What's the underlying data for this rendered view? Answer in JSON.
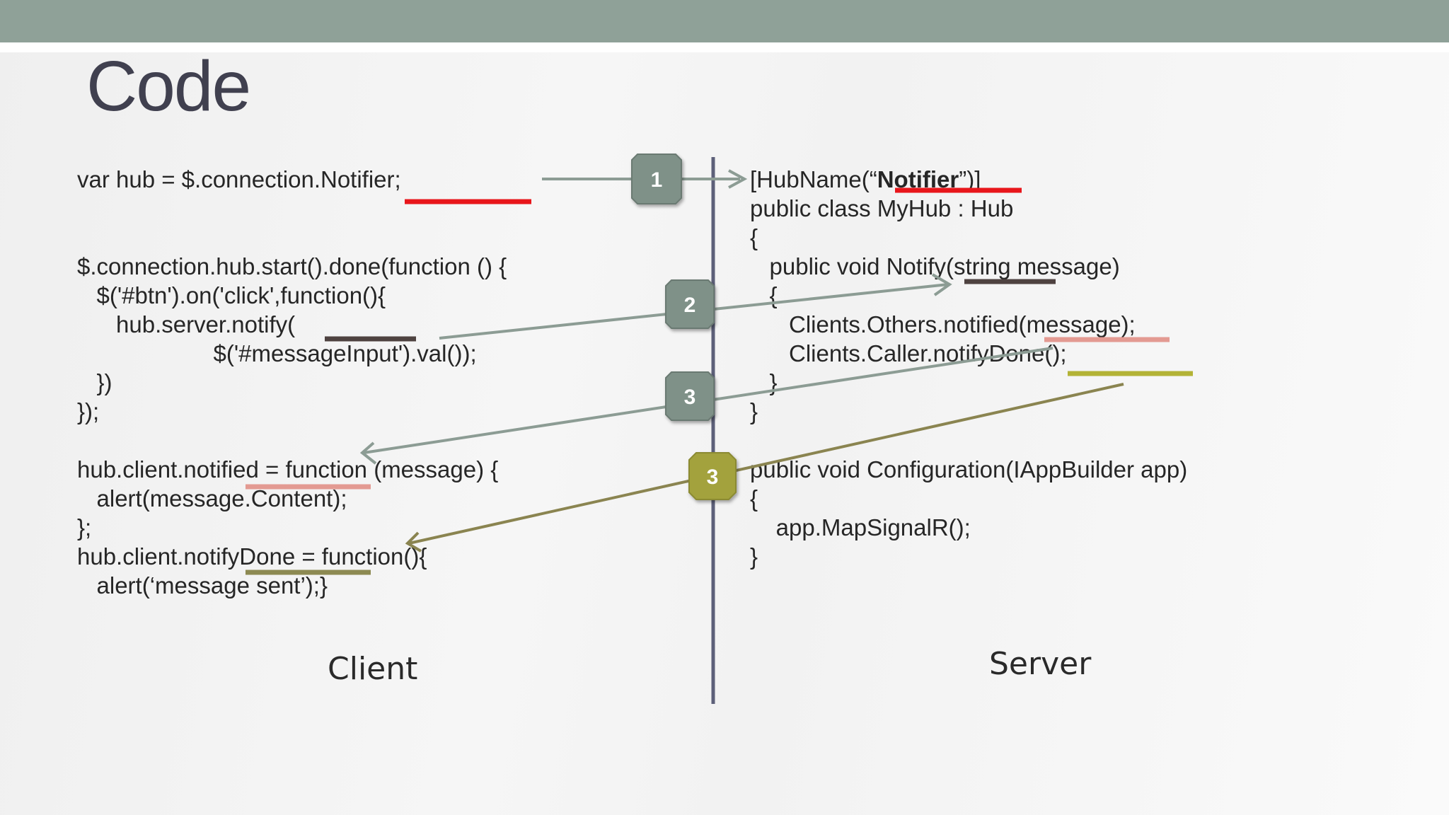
{
  "slide": {
    "title": "Code",
    "captions": {
      "client": "Client",
      "server": "Server"
    }
  },
  "client_code": [
    {
      "id": "c1",
      "text": "var hub = $.connection.Notifier;"
    },
    {
      "id": "c2",
      "text": "$.connection.hub.start().done(function () {"
    },
    {
      "id": "c3",
      "text": "   $('#btn').on('click',function(){"
    },
    {
      "id": "c4",
      "text": "      hub.server.notify("
    },
    {
      "id": "c5",
      "text": "                     $('#messageInput').val());"
    },
    {
      "id": "c6",
      "text": "   })"
    },
    {
      "id": "c7",
      "text": "});"
    },
    {
      "id": "c8",
      "text": "hub.client.notified = function (message) {"
    },
    {
      "id": "c9",
      "text": "   alert(message.Content);"
    },
    {
      "id": "c10",
      "text": "};"
    },
    {
      "id": "c11",
      "text": "hub.client.notifyDone = function(){"
    },
    {
      "id": "c12",
      "text": "   alert(‘message sent’);}"
    }
  ],
  "server_code": {
    "hubname_prefix": "[HubName(“",
    "hubname_bold": "Notifier",
    "hubname_suffix": "”)]",
    "lines": [
      {
        "id": "s2",
        "text": "public class MyHub : Hub"
      },
      {
        "id": "s3",
        "text": "{"
      },
      {
        "id": "s4",
        "text": "   public void Notify(string message)"
      },
      {
        "id": "s5",
        "text": "   {"
      },
      {
        "id": "s6",
        "text": "      Clients.Others.notified(message);"
      },
      {
        "id": "s7",
        "text": "      Clients.Caller.notifyDone();"
      },
      {
        "id": "s8",
        "text": "   }"
      },
      {
        "id": "s9",
        "text": "}"
      },
      {
        "id": "s10",
        "text": "public void Configuration(IAppBuilder app)"
      },
      {
        "id": "s11",
        "text": "{"
      },
      {
        "id": "s12",
        "text": "    app.MapSignalR();"
      },
      {
        "id": "s13",
        "text": "}"
      }
    ]
  },
  "step_badges": [
    {
      "label": "1",
      "color": "#7f9188"
    },
    {
      "label": "2",
      "color": "#7f9188"
    },
    {
      "label": "3",
      "color": "#7f9188"
    },
    {
      "label": "3",
      "color": "#a3a23e"
    }
  ],
  "colors": {
    "header_bar": "#8fa198",
    "title_text": "#40404f",
    "divider": "#5d6079",
    "arrow_gray": "#8c9c94",
    "arrow_olive": "#8a8450",
    "underline_red": "#e8161b",
    "underline_dark": "#4e4240",
    "underline_pink": "#e39a92",
    "underline_olive": "#8d8a52",
    "underline_yellowgreen": "#b3b336"
  }
}
